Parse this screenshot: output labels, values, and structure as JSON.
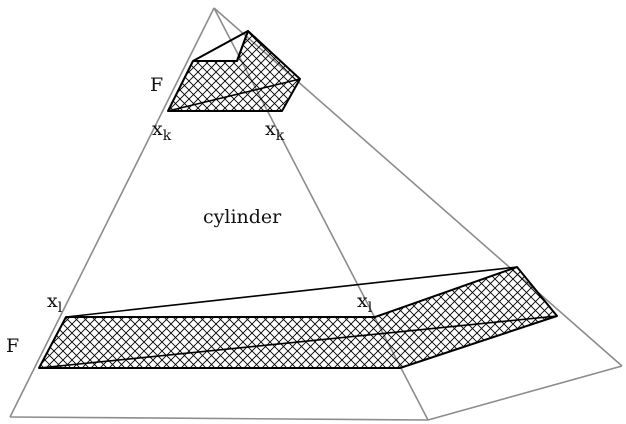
{
  "labels": {
    "face_top": "F",
    "face_bottom": "F",
    "vertex_top_left": "x",
    "vertex_top_left_sub": "k",
    "vertex_top_right": "x",
    "vertex_top_right_sub": "k",
    "vertex_bottom_left": "x",
    "vertex_bottom_left_sub": "l",
    "vertex_bottom_right": "x",
    "vertex_bottom_right_sub": "l",
    "middle": "cylinder"
  },
  "colors": {
    "pyramid_edge": "#8c8c8c",
    "outline": "#000000",
    "hatch": "#000000",
    "background": "#ffffff"
  }
}
